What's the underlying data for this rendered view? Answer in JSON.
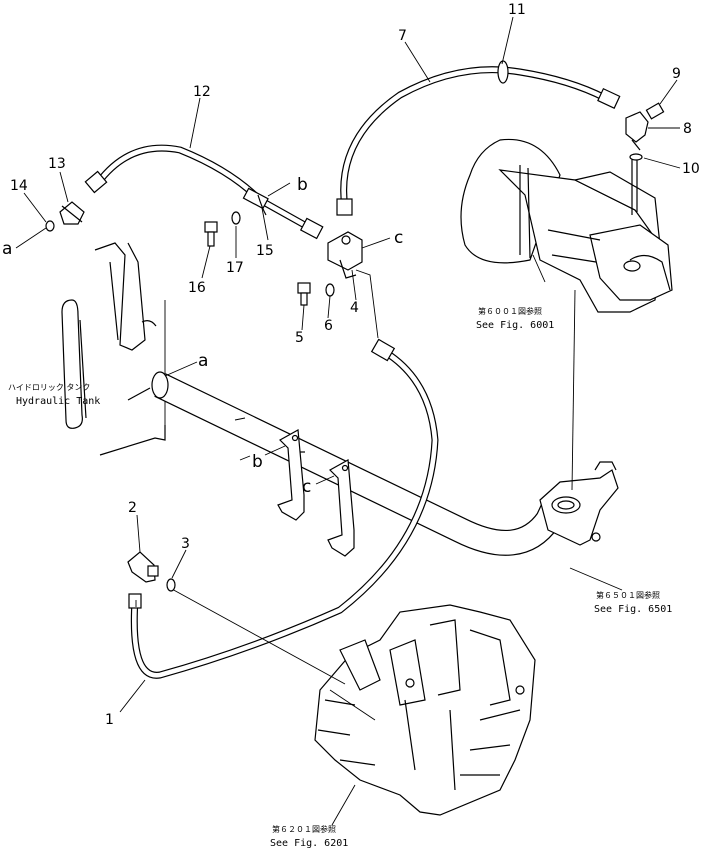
{
  "callouts": [
    {
      "id": "1",
      "text": "1"
    },
    {
      "id": "2",
      "text": "2"
    },
    {
      "id": "3",
      "text": "3"
    },
    {
      "id": "4",
      "text": "4"
    },
    {
      "id": "5",
      "text": "5"
    },
    {
      "id": "6",
      "text": "6"
    },
    {
      "id": "7",
      "text": "7"
    },
    {
      "id": "8",
      "text": "8"
    },
    {
      "id": "9",
      "text": "9"
    },
    {
      "id": "10",
      "text": "10"
    },
    {
      "id": "11",
      "text": "11"
    },
    {
      "id": "12",
      "text": "12"
    },
    {
      "id": "13",
      "text": "13"
    },
    {
      "id": "14",
      "text": "14"
    },
    {
      "id": "15",
      "text": "15"
    },
    {
      "id": "16",
      "text": "16"
    },
    {
      "id": "17",
      "text": "17"
    }
  ],
  "connection_marks": {
    "a_left": "a",
    "a_tank": "a",
    "b_hose": "b",
    "b_bracket": "b",
    "c_block": "c",
    "c_bracket": "c"
  },
  "hydraulic_tank": {
    "jp": "ハイドロリック タンク",
    "en": "Hydraulic Tank"
  },
  "references": {
    "fig6001": {
      "jp": "第６００１図参照",
      "en": "See Fig. 6001"
    },
    "fig6501": {
      "jp": "第６５０１図参照",
      "en": "See Fig. 6501"
    },
    "fig6201": {
      "jp": "第６２０１図参照",
      "en": "See Fig. 6201"
    }
  }
}
